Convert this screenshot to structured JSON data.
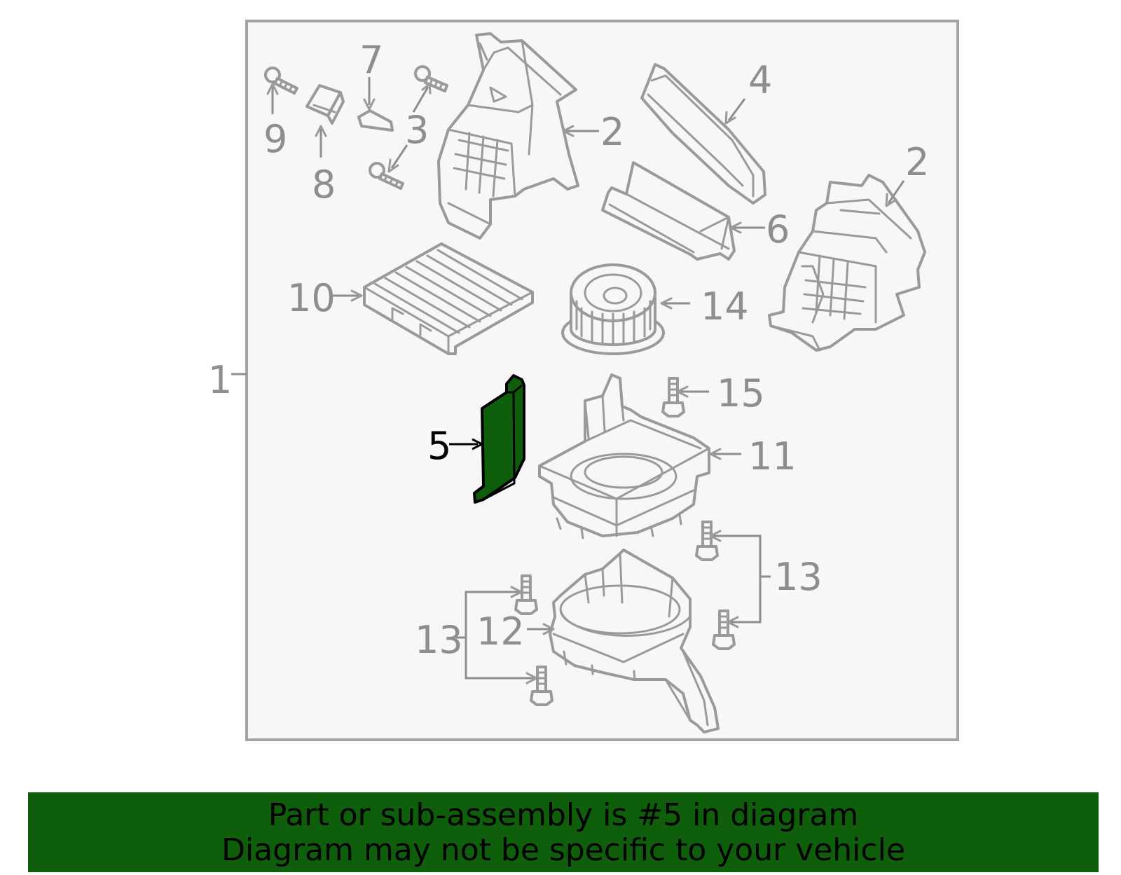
{
  "callouts": {
    "c1": "1",
    "c2a": "2",
    "c2b": "2",
    "c3": "3",
    "c4": "4",
    "c5": "5",
    "c6": "6",
    "c7": "7",
    "c8": "8",
    "c9": "9",
    "c10": "10",
    "c11": "11",
    "c12": "12",
    "c13a": "13",
    "c13b": "13",
    "c14": "14",
    "c15": "15"
  },
  "highlighted_part": "5",
  "colors": {
    "highlight": "#0f5e0c",
    "line": "#9a9a9a",
    "panel": "#f7f7f7",
    "label": "#8e8e8e"
  },
  "banner": {
    "line1": "Part or sub-assembly is #5 in diagram",
    "line2": "Diagram may not be specific to your vehicle"
  }
}
